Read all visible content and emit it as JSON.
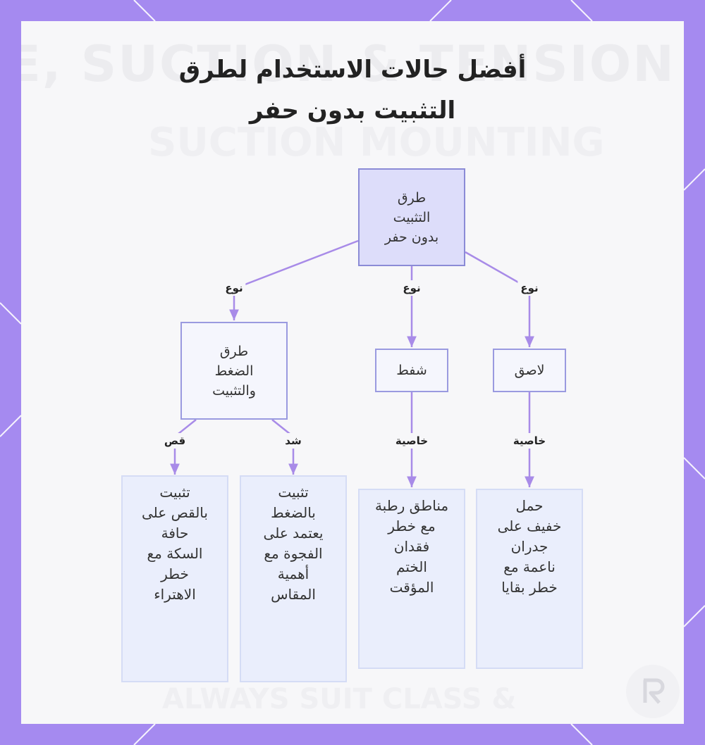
{
  "title_lines": [
    "أفضل حالات الاستخدام لطرق",
    "التثبيت بدون حفر"
  ],
  "watermark": {
    "line1": "E, SUCTION & TENSION SO",
    "line2": "SUCTION MOUNTING",
    "line3": "ALWAYS SUIT CLASS &"
  },
  "nodes": {
    "root": "طرق\nالتثبيت\nبدون حفر",
    "pressure": "طرق\nالضغط\nوالتثبيت",
    "suction": "شفط",
    "adhesive": "لاصق",
    "rail_mount": "تثبيت\nبالقص على\nحافة\nالسكة مع\nخطر\nالاهتراء",
    "tension_mount": "تثبيت\nبالضغط\nيعتمد على\nالفجوة مع\nأهمية\nالمقاس",
    "wet_areas": "مناطق رطبة\nمع خطر\nفقدان\nالختم\nالمؤقت",
    "light_load": "حمل\nخفيف على\nجدران\nناعمة مع\nخطر بقايا"
  },
  "edge_labels": {
    "type_pressure": "نوع",
    "type_suction": "نوع",
    "type_adhesive": "نوع",
    "cut": "قص",
    "tension": "شد",
    "property_suction": "خاصية",
    "property_adhesive": "خاصية"
  },
  "colors": {
    "frame": "#a58af0",
    "panel": "#f7f7f9",
    "edge": "#a88be8",
    "root_fill": "#ddddfa",
    "root_border": "#8b8bd6",
    "mid_fill": "#f5f6fd",
    "mid_border": "#9a9ae0",
    "leaf_fill": "#eaeefc",
    "leaf_border": "#d5dcf5"
  }
}
